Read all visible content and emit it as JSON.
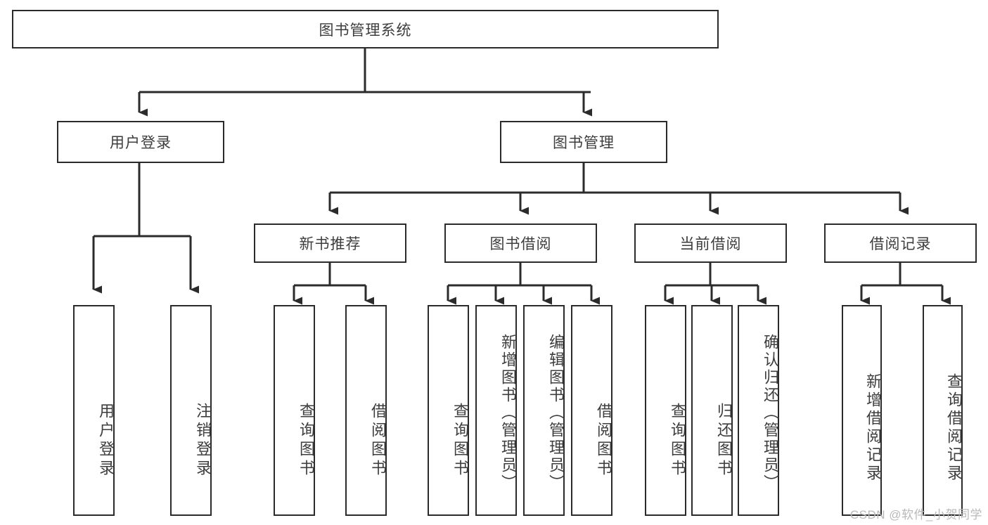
{
  "diagram": {
    "title": "图书管理系统",
    "type": "tree",
    "root": {
      "label": "图书管理系统"
    },
    "level2": [
      {
        "label": "用户登录"
      },
      {
        "label": "图书管理"
      }
    ],
    "level3": [
      {
        "label": "新书推荐"
      },
      {
        "label": "图书借阅"
      },
      {
        "label": "当前借阅"
      },
      {
        "label": "借阅记录"
      }
    ],
    "leaves": {
      "user_login": [
        {
          "label": "用户登录"
        },
        {
          "label": "注销登录"
        }
      ],
      "new_book_recommend": [
        {
          "label": "查询图书"
        },
        {
          "label": "借阅图书"
        }
      ],
      "book_borrow": [
        {
          "label": "查询图书"
        },
        {
          "label": "新增图书（管理员）"
        },
        {
          "label": "编辑图书（管理员）"
        },
        {
          "label": "借阅图书"
        }
      ],
      "current_borrow": [
        {
          "label": "查询图书"
        },
        {
          "label": "归还图书"
        },
        {
          "label": "确认归还（管理员）"
        }
      ],
      "borrow_records": [
        {
          "label": "新增借阅记录"
        },
        {
          "label": "查询借阅记录"
        }
      ]
    }
  },
  "watermark": {
    "text": "CSDN @软件_小贺同学"
  },
  "colors": {
    "stroke": "#2b2b2b",
    "text": "#3d3d3d",
    "background": "#ffffff",
    "watermark": "#b9b9b9"
  }
}
